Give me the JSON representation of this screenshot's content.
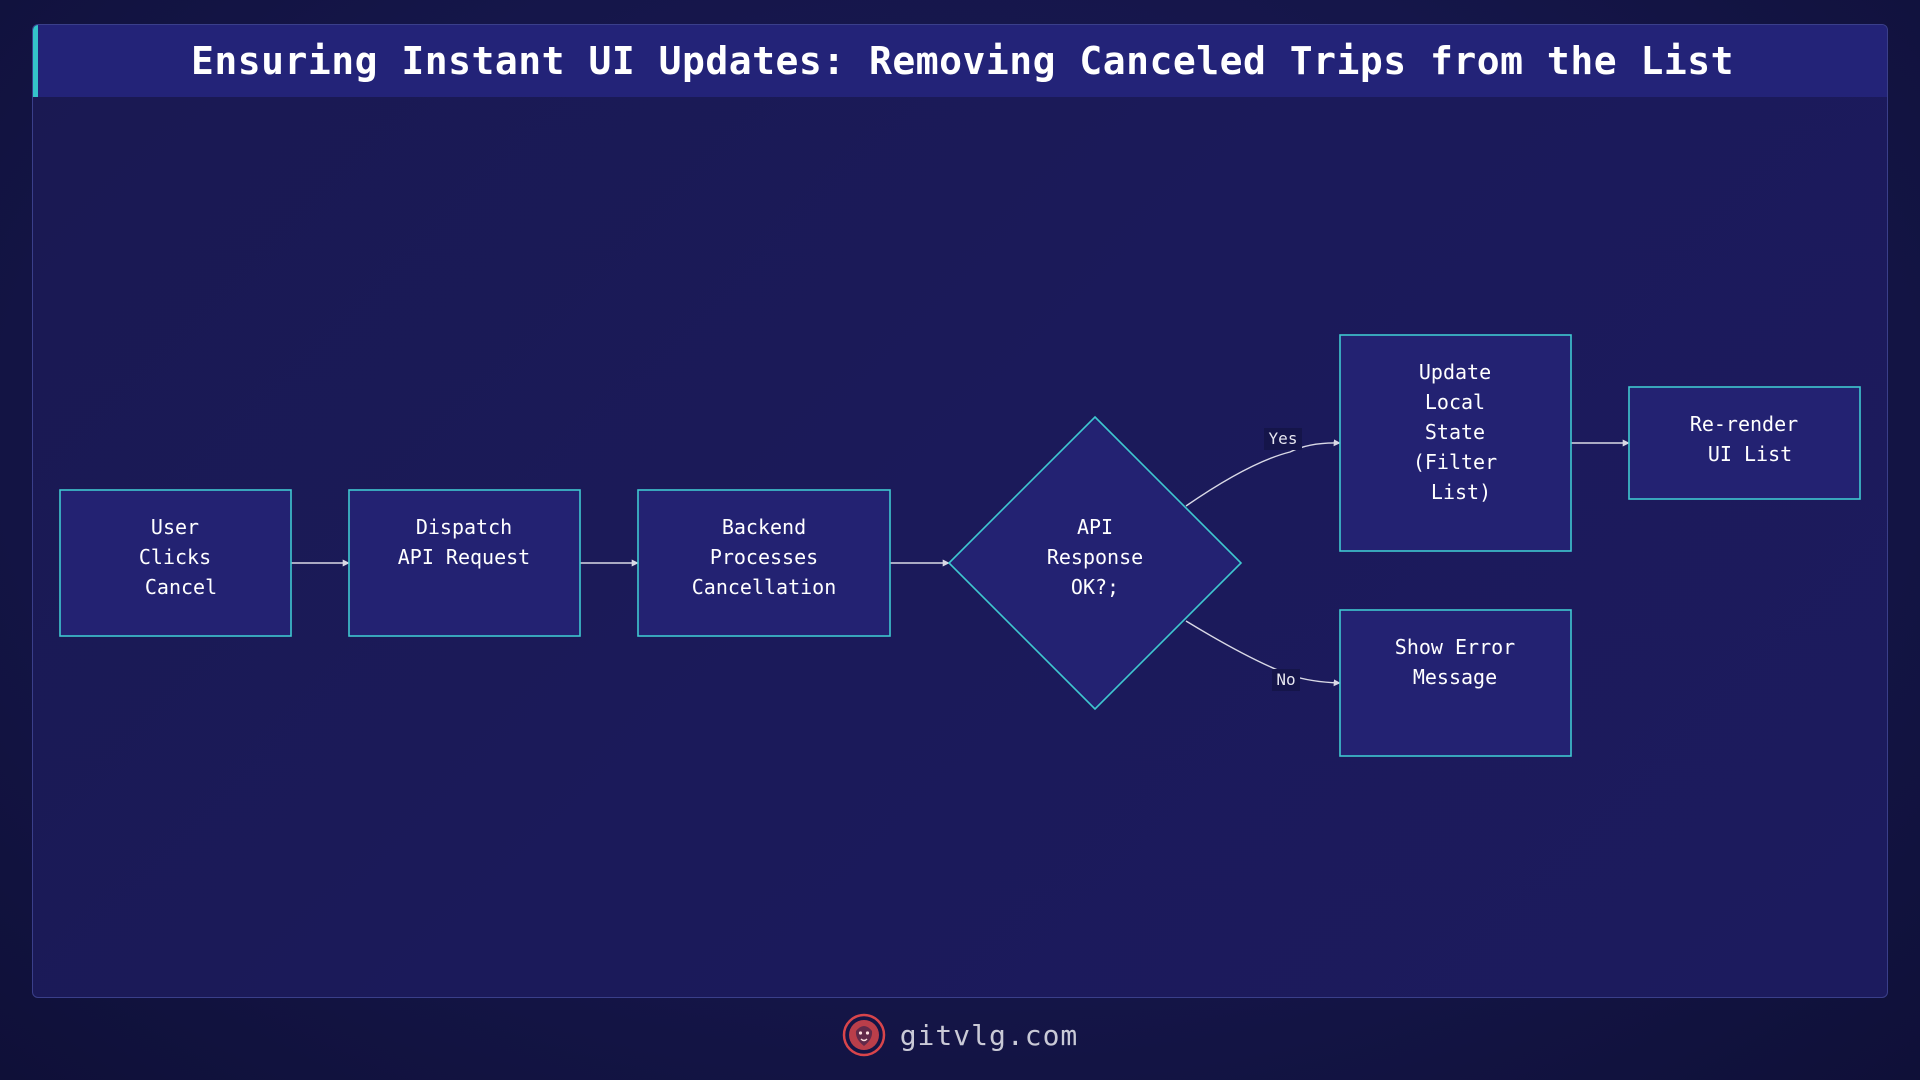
{
  "title": "Ensuring Instant UI Updates: Removing Canceled Trips from the List",
  "colors": {
    "node_fill": "#232272",
    "node_stroke": "#3fc8d0",
    "edge": "#d9d9e6",
    "accent": "#34c3c9",
    "title_bar": "#232378",
    "logo": "#d8454b"
  },
  "nodes": [
    {
      "id": "user-clicks-cancel",
      "shape": "rect",
      "lines": [
        "User",
        "Clicks",
        " Cancel"
      ]
    },
    {
      "id": "dispatch-api-request",
      "shape": "rect",
      "lines": [
        "Dispatch",
        "API Request"
      ]
    },
    {
      "id": "backend-processes-cancellation",
      "shape": "rect",
      "lines": [
        "Backend",
        "Processes",
        "Cancellation"
      ]
    },
    {
      "id": "api-response-ok",
      "shape": "diamond",
      "lines": [
        "API",
        "Response",
        "OK?;"
      ]
    },
    {
      "id": "update-local-state",
      "shape": "rect",
      "lines": [
        "Update",
        "Local",
        "State",
        "(Filter",
        " List)"
      ]
    },
    {
      "id": "re-render-ui-list",
      "shape": "rect",
      "lines": [
        "Re-render",
        " UI List"
      ]
    },
    {
      "id": "show-error-message",
      "shape": "rect",
      "lines": [
        "Show Error",
        "Message"
      ]
    }
  ],
  "edges": [
    {
      "from": "user-clicks-cancel",
      "to": "dispatch-api-request",
      "label": ""
    },
    {
      "from": "dispatch-api-request",
      "to": "backend-processes-cancellation",
      "label": ""
    },
    {
      "from": "backend-processes-cancellation",
      "to": "api-response-ok",
      "label": ""
    },
    {
      "from": "api-response-ok",
      "to": "update-local-state",
      "label": "Yes"
    },
    {
      "from": "api-response-ok",
      "to": "show-error-message",
      "label": "No"
    },
    {
      "from": "update-local-state",
      "to": "re-render-ui-list",
      "label": ""
    }
  ],
  "footer": {
    "site": "gitvlg.com",
    "logo_icon": "lion-head-icon"
  }
}
